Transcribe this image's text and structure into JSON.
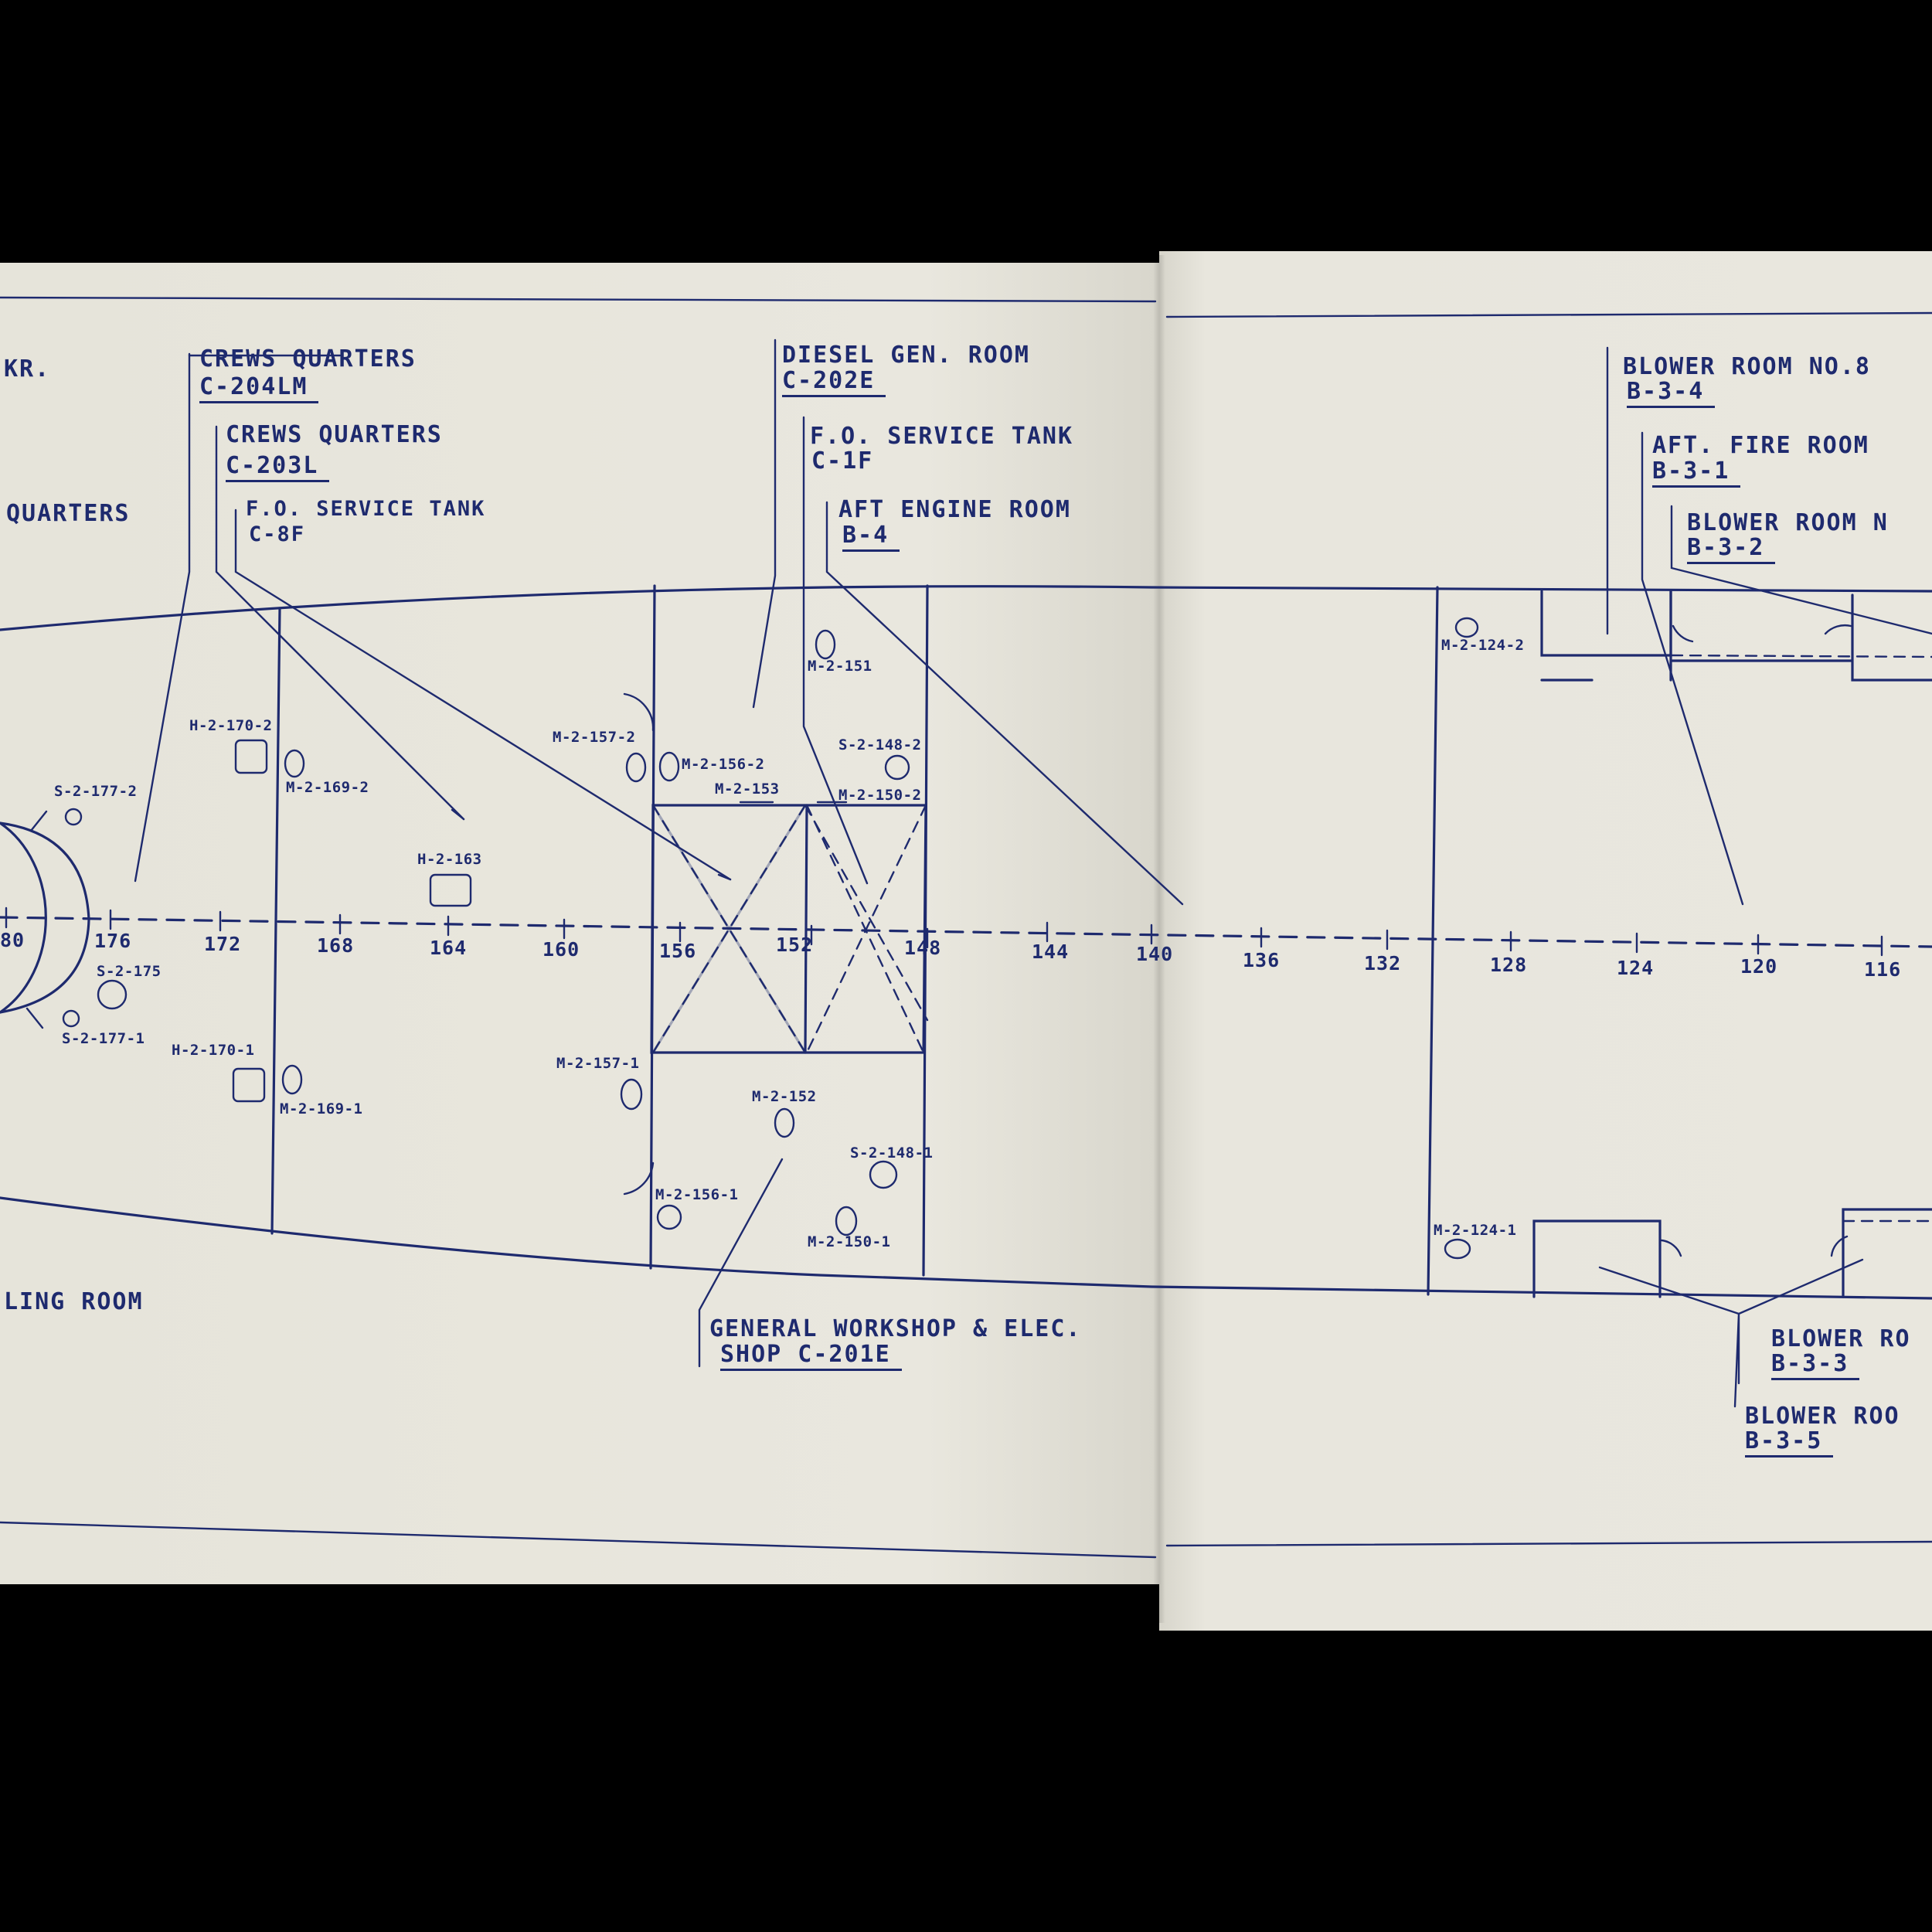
{
  "room_labels": {
    "top_left_partial": "KR.",
    "quarters_partial": "QUARTERS",
    "crews_quarters_1": {
      "name": "CREWS QUARTERS",
      "code": "C-204LM"
    },
    "crews_quarters_2": {
      "name": "CREWS QUARTERS",
      "code": "C-203L"
    },
    "fo_service_tank_1": {
      "name": "F.O. SERVICE TANK",
      "code": "C-8F"
    },
    "diesel_gen_room": {
      "name": "DIESEL GEN. ROOM",
      "code": "C-202E"
    },
    "fo_service_tank_2": {
      "name": "F.O. SERVICE TANK",
      "code": "C-1F"
    },
    "aft_engine_room": {
      "name": "AFT ENGINE ROOM",
      "code": "B-4"
    },
    "blower_room_no8": {
      "name": "BLOWER ROOM NO.8",
      "code": "B-3-4"
    },
    "aft_fire_room": {
      "name": "AFT. FIRE ROOM",
      "code": "B-3-1"
    },
    "blower_room_n": {
      "name": "BLOWER ROOM N",
      "code": "B-3-2"
    },
    "cooling_room_partial": "LING ROOM",
    "general_workshop": {
      "line1": "GENERAL WORKSHOP & ELEC.",
      "line2": "SHOP C-201E"
    },
    "blower_room_b333": {
      "name": "BLOWER RO",
      "code": "B-3-3"
    },
    "blower_room_b335": {
      "name": "BLOWER ROO",
      "code": "B-3-5"
    }
  },
  "frame_numbers": [
    "80",
    "176",
    "172",
    "168",
    "164",
    "160",
    "156",
    "152",
    "148",
    "144",
    "140",
    "136",
    "132",
    "128",
    "124",
    "120",
    "116"
  ],
  "fixture_labels": {
    "s_2_177_2": "S-2-177-2",
    "s_2_175": "S-2-175",
    "s_2_177_1": "S-2-177-1",
    "h_2_170_2": "H-2-170-2",
    "m_2_169_2": "M-2-169-2",
    "h_2_163": "H-2-163",
    "h_2_170_1": "H-2-170-1",
    "m_2_169_1": "M-2-169-1",
    "m_2_157_2": "M-2-157-2",
    "m_2_156_2": "M-2-156-2",
    "m_2_153": "M-2-153",
    "m_2_151": "M-2-151",
    "s_2_148_2": "S-2-148-2",
    "m_2_150_2": "M-2-150-2",
    "m_2_157_1": "M-2-157-1",
    "m_2_152": "M-2-152",
    "s_2_148_1": "S-2-148-1",
    "m_2_156_1": "M-2-156-1",
    "m_2_150_1": "M-2-150-1",
    "m_2_124_2": "M-2-124-2",
    "m_2_124_1": "M-2-124-1"
  },
  "colors": {
    "ink": "#1e2a6e",
    "paper": "#e8e6dc",
    "background": "#000000"
  }
}
